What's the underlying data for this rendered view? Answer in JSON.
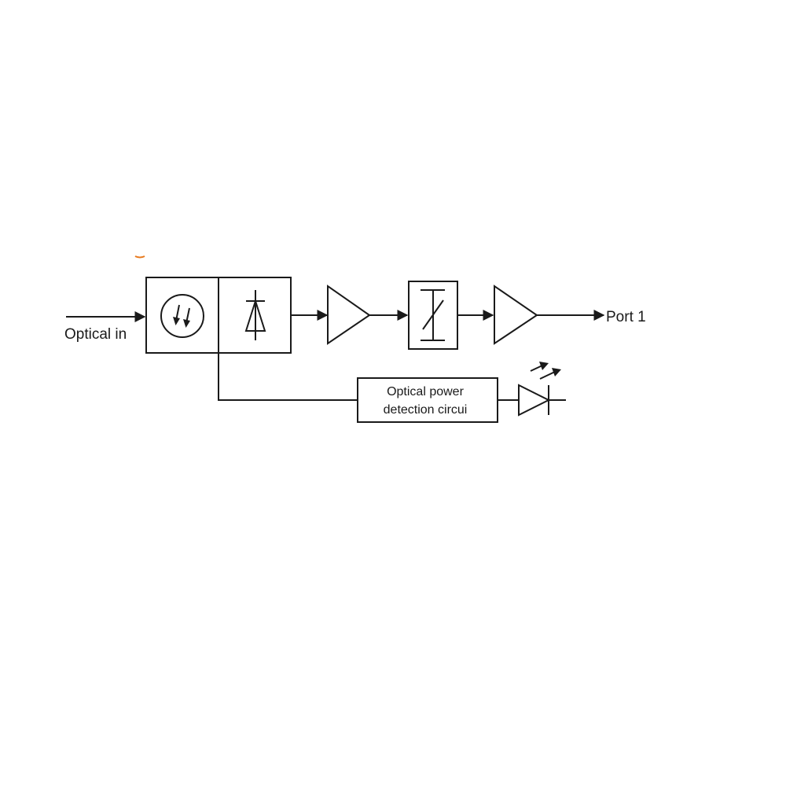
{
  "labels": {
    "input": "Optical in",
    "output": "Port 1",
    "detector_line1": "Optical power",
    "detector_line2": "detection circui"
  },
  "icons": {
    "receiver_window": "light-receive-icon",
    "photodiode": "photodiode-icon",
    "amp1": "amplifier-icon",
    "filter": "tunable-filter-icon",
    "amp2": "amplifier-icon",
    "led": "led-icon"
  },
  "colors": {
    "line": "#1a1a1a",
    "accent_mark": "#e87a1e"
  }
}
